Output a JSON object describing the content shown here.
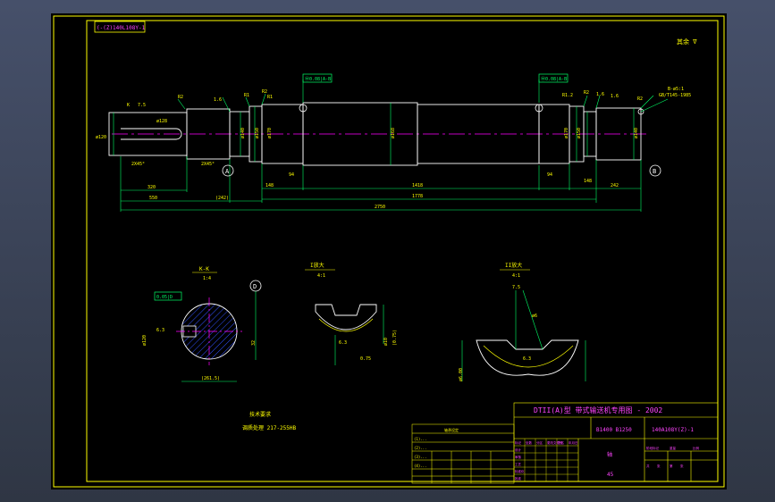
{
  "colors": {
    "frame": "#ffff00",
    "outline": "#ffffff",
    "dim": "#00ff66",
    "center": "#ff00ff",
    "text": "#ffff00",
    "magenta_text": "#ff44ff",
    "hatch": "#3050ff",
    "sheet_bg": "#000000"
  },
  "drawing_id_box": "(-(Z)140L108Y-1",
  "roughness_note": "其余 ∇",
  "shaft": {
    "tol_labels": [
      "Ⓜ0.08|A-B",
      "Ⓜ0.08|A-B"
    ],
    "section_a": "A",
    "section_b": "B",
    "dims_top": [
      "R2",
      "1.6",
      "R1",
      "R2",
      "R1",
      "R1.2",
      "R2",
      "1.6",
      "1.6",
      "R2",
      "B-ø5:1",
      "GB/T145-1985"
    ],
    "dims_left": [
      "ø120",
      "K",
      "7.5",
      "ø128",
      "2X45°",
      "2X45°"
    ],
    "dims_bottom": [
      "320",
      "550",
      "(242)",
      "148",
      "1418",
      "94",
      "94",
      "148",
      "242",
      "1778",
      "2750"
    ],
    "dims_diam": [
      "ø140",
      "ø150",
      "ø170",
      "ø168",
      "ø170",
      "ø150",
      "ø140"
    ]
  },
  "section_kk": {
    "title": "K-K",
    "scale": "1:4",
    "tol": "0.05|D",
    "datum": "D",
    "dim_width": "(261.5)",
    "dim_height": "ø120",
    "dim_key": "32",
    "rough": "6.3"
  },
  "detail_a": {
    "title": "I放大",
    "scale": "4:1",
    "dim1": "ø10",
    "dim2": "(0.75)",
    "dim3": "0.75",
    "rough": "6.3"
  },
  "detail_b": {
    "title": "II放大",
    "scale": "4:1",
    "dim1": "7.5",
    "dim2": "ø6",
    "dim3": "ø6.00",
    "rough": "6.3"
  },
  "tech_req": {
    "title": "技术要求",
    "line1": "调质处理 217-255HB"
  },
  "parameter_table": {
    "title": "轴承设定",
    "rows": [
      "(1)...",
      "(2)...",
      "(3)...",
      "(4)..."
    ]
  },
  "title_block": {
    "main_title": "DTII(A)型  带式输送机专用图 - 2002",
    "part_number_left": "B1400 B1250",
    "part_number_right": "140A108Y(Z)-1",
    "material": "45",
    "name_field": "轴",
    "labels": [
      "标记",
      "处数",
      "分区",
      "更改文件号",
      "签名",
      "年月日",
      "设计",
      "审核",
      "工艺",
      "标准化",
      "批准",
      "阶段标记",
      "重量",
      "比例",
      "共",
      "张",
      "第",
      "张"
    ]
  }
}
